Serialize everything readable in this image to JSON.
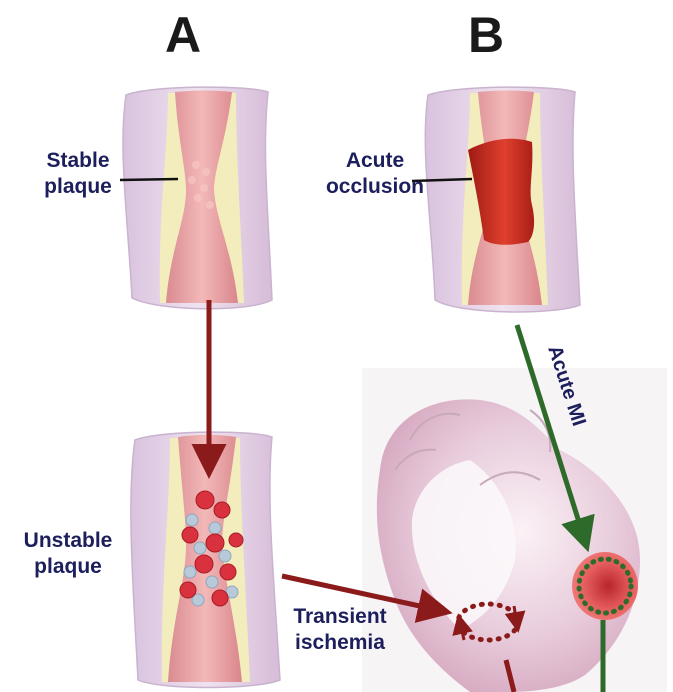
{
  "panels": {
    "a": "A",
    "b": "B"
  },
  "labels": {
    "stable_plaque": [
      "Stable",
      "plaque"
    ],
    "acute_occlusion": [
      "Acute",
      "occlusion"
    ],
    "unstable_plaque": [
      "Unstable",
      "plaque"
    ],
    "transient_ischemia": [
      "Transient",
      "ischemia"
    ],
    "acute_mi": "Acute MI"
  },
  "colors": {
    "label_text": "#1c1f5c",
    "arrow_dark_red": "#8b1a1a",
    "arrow_green": "#2e6b2b",
    "vessel_wall": "#e4cfe4",
    "lumen": "#e9a3a6",
    "plaque": "#f2ecb8",
    "thrombus": "#c8281e",
    "heart": "#e8c8d8",
    "infarct": "#e35a5a"
  }
}
